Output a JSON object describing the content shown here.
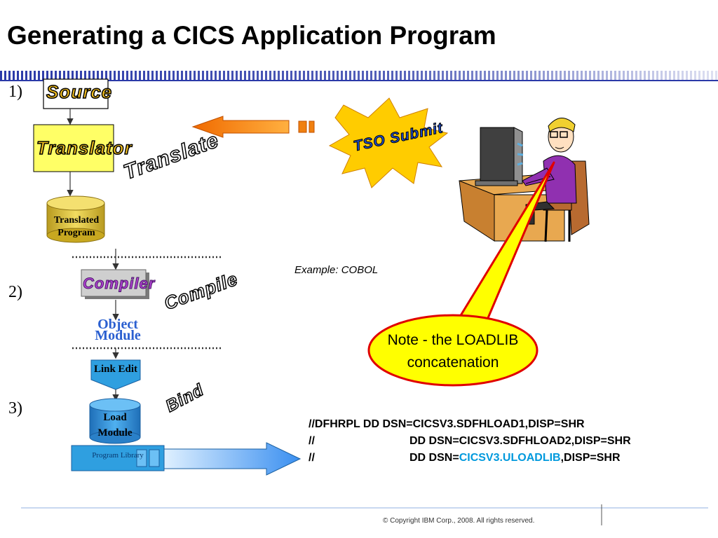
{
  "slide": {
    "title": "Generating a CICS Application Program",
    "footer": "© Copyright IBM Corp., 2008. All rights reserved."
  },
  "steps": [
    "1)",
    "2)",
    "3)"
  ],
  "flow": {
    "source": "Source",
    "translator": "Translator",
    "translated_program": "Translated Program",
    "compiler": "Compiler",
    "object_module": "Object Module",
    "link_edit": "Link Edit",
    "load_module": "Load Module",
    "program_library": "Program Library"
  },
  "phases": {
    "translate": "Translate",
    "compile": "Compile",
    "bind": "Bind"
  },
  "tso_submit": "TSO Submit",
  "example_label": "Example: COBOL",
  "callout_note": "Note - the LOADLIB concatenation",
  "jcl": {
    "line1": "//DFHRPL DD DSN=CICSV3.SDFHLOAD1,DISP=SHR",
    "line2_prefix": "//",
    "line2_rest": "DD DSN=CICSV3.SDFHLOAD2,DISP=SHR",
    "line3_prefix": "//",
    "line3_dd": "DD DSN=",
    "line3_highlight": "CICSV3.ULOADLIB",
    "line3_suffix": ",DISP=SHR"
  },
  "colors": {
    "title_band": "#2b3aa8",
    "translator_fill": "#ffff66",
    "cylinder_fill": "#e8cc40",
    "linkedit_fill": "#2f9fe0",
    "object_text": "#2a5fd0",
    "arrow_orange": "#f08010",
    "arrow_blue": "#3a9ff0",
    "callout_fill": "#ffff00",
    "callout_border": "#e00000",
    "highlight": "#0099dd"
  }
}
